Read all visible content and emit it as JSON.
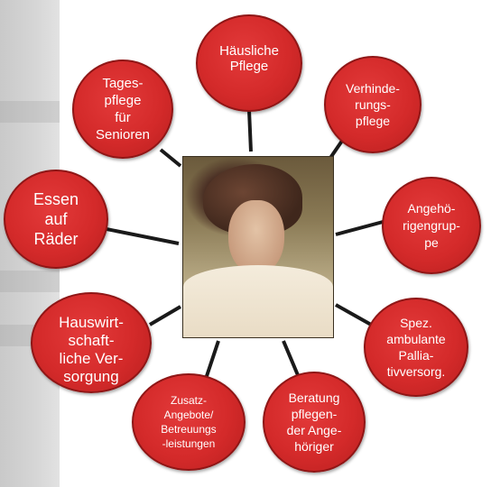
{
  "nodes": {
    "haeusliche_pflege": "Häusliche\nPflege",
    "verhinderungspflege": "Verhinde-\nrungs-\npflege",
    "angehoerigengruppe": "Angehö-\nrigengrup-\npe",
    "palliativ": "Spez.\nambulante\nPallia-\ntivversorg.",
    "beratung": "Beratung\npflegen-\nder Ange-\nhöriger",
    "zusatzangebote": "Zusatz-\nAngebote/\nBetreuungs\n-leistungen",
    "hauswirtschaft": "Hauswirt-\nschaft-\nliche Ver-\nsorgung",
    "essen_auf_raedern": "Essen\nauf\nRäder",
    "tagespflege": "Tages-\npflege\nfür\nSenioren"
  },
  "colors": {
    "node_fill": "#d42a2a",
    "node_border": "#8f1616",
    "line": "#1a1a1a",
    "text": "#ffffff"
  }
}
